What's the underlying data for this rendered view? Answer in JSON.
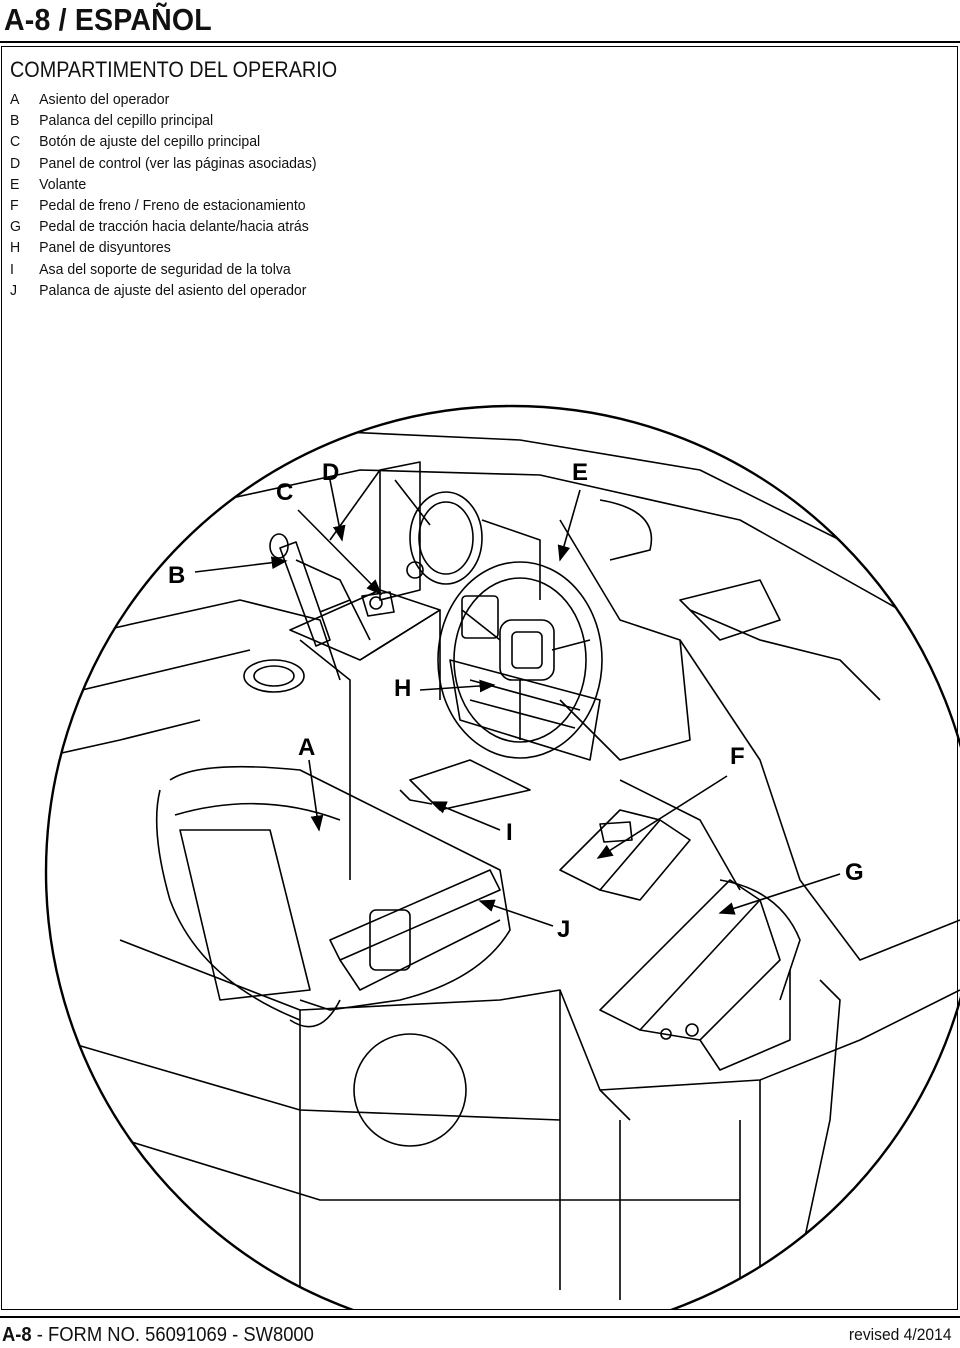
{
  "header": {
    "title": "A-8 / ESPAÑOL"
  },
  "section": {
    "title": "COMPARTIMENTO DEL OPERARIO"
  },
  "legend": [
    {
      "letter": "A",
      "text": "Asiento del operador"
    },
    {
      "letter": "B",
      "text": "Palanca del cepillo principal"
    },
    {
      "letter": "C",
      "text": "Botón de ajuste del cepillo principal"
    },
    {
      "letter": "D",
      "text": "Panel de control (ver las páginas asociadas)"
    },
    {
      "letter": "E",
      "text": "Volante"
    },
    {
      "letter": "F",
      "text": "Pedal de freno / Freno de estacionamiento"
    },
    {
      "letter": "G",
      "text": "Pedal de tracción hacia delante/hacia atrás"
    },
    {
      "letter": "H",
      "text": "Panel de disyuntores"
    },
    {
      "letter": "I",
      "text": "Asa del soporte de seguridad de la tolva"
    },
    {
      "letter": "J",
      "text": "Palanca de ajuste del asiento del operador"
    }
  ],
  "callouts": {
    "A": "A",
    "B": "B",
    "C": "C",
    "D": "D",
    "E": "E",
    "F": "F",
    "G": "G",
    "H": "H",
    "I": "I",
    "J": "J"
  },
  "footer": {
    "page": "A-8",
    "form": " - FORM NO. 56091069 - SW8000",
    "revised": "revised 4/2014"
  }
}
